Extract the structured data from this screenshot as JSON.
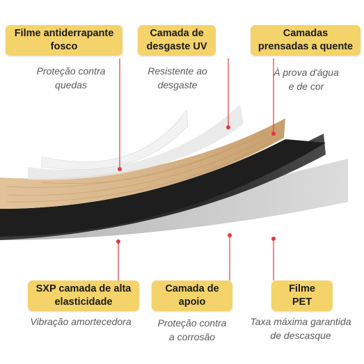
{
  "layers": [
    {
      "key": "film",
      "label": [
        "Filme antiderrapante",
        "fosco"
      ],
      "desc": [
        "Proteção contra",
        "quedas"
      ]
    },
    {
      "key": "uv",
      "label": [
        "Camada de",
        "desgaste UV"
      ],
      "desc": [
        "Resistente ao",
        "desgaste"
      ]
    },
    {
      "key": "hot",
      "label": [
        "Camadas",
        "prensadas a quente"
      ],
      "desc": [
        "À prova d'água",
        "e de cor"
      ]
    },
    {
      "key": "sxp",
      "label": [
        "SXP camada de alta",
        "elasticidade"
      ],
      "desc": [
        "Vibração amortecedora"
      ]
    },
    {
      "key": "support",
      "label": [
        "Camada de",
        "apoio"
      ],
      "desc": [
        "Proteção contra",
        "a corrosão"
      ]
    },
    {
      "key": "pet",
      "label": [
        "Filme",
        "PET"
      ],
      "desc": [
        "Taxa máxima garantida",
        "de descasque"
      ]
    }
  ],
  "colors": {
    "badge": "#f4d36a",
    "leader": "#e23a3a",
    "wood": "#d9b88c",
    "dark": "#2a2a2a"
  }
}
